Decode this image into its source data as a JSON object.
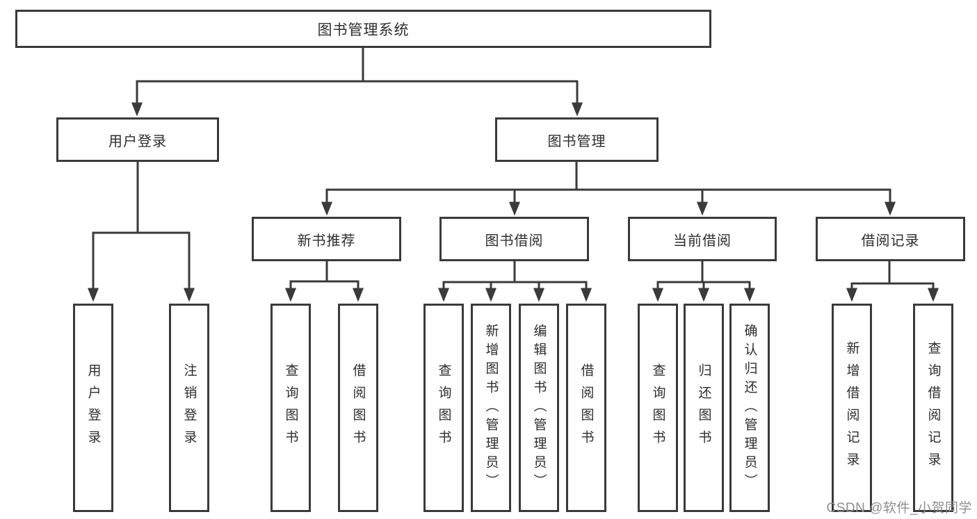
{
  "diagram": {
    "root": {
      "label": "图书管理系统"
    },
    "level2": [
      {
        "label": "用户登录"
      },
      {
        "label": "图书管理"
      }
    ],
    "level3": [
      {
        "label": "新书推荐"
      },
      {
        "label": "图书借阅"
      },
      {
        "label": "当前借阅"
      },
      {
        "label": "借阅记录"
      }
    ],
    "leaves": {
      "user_login": [
        {
          "label": "用户登录"
        },
        {
          "label": "注销登录"
        }
      ],
      "new_books": [
        {
          "label": "查询图书"
        },
        {
          "label": "借阅图书"
        }
      ],
      "book_borrow": [
        {
          "label": "查询图书"
        },
        {
          "label": "新增图书（管理员）"
        },
        {
          "label": "编辑图书（管理员）"
        },
        {
          "label": "借阅图书"
        }
      ],
      "current_borrow": [
        {
          "label": "查询图书"
        },
        {
          "label": "归还图书"
        },
        {
          "label": "确认归还（管理员）"
        }
      ],
      "borrow_records": [
        {
          "label": "新增借阅记录"
        },
        {
          "label": "查询借阅记录"
        }
      ]
    }
  },
  "watermark": {
    "text": "CSDN @软件_小贺同学"
  },
  "colors": {
    "line": "#3a3a3a",
    "text": "#2d2d2d",
    "watermark_text": "#8f8f8f",
    "background": "#ffffff"
  }
}
